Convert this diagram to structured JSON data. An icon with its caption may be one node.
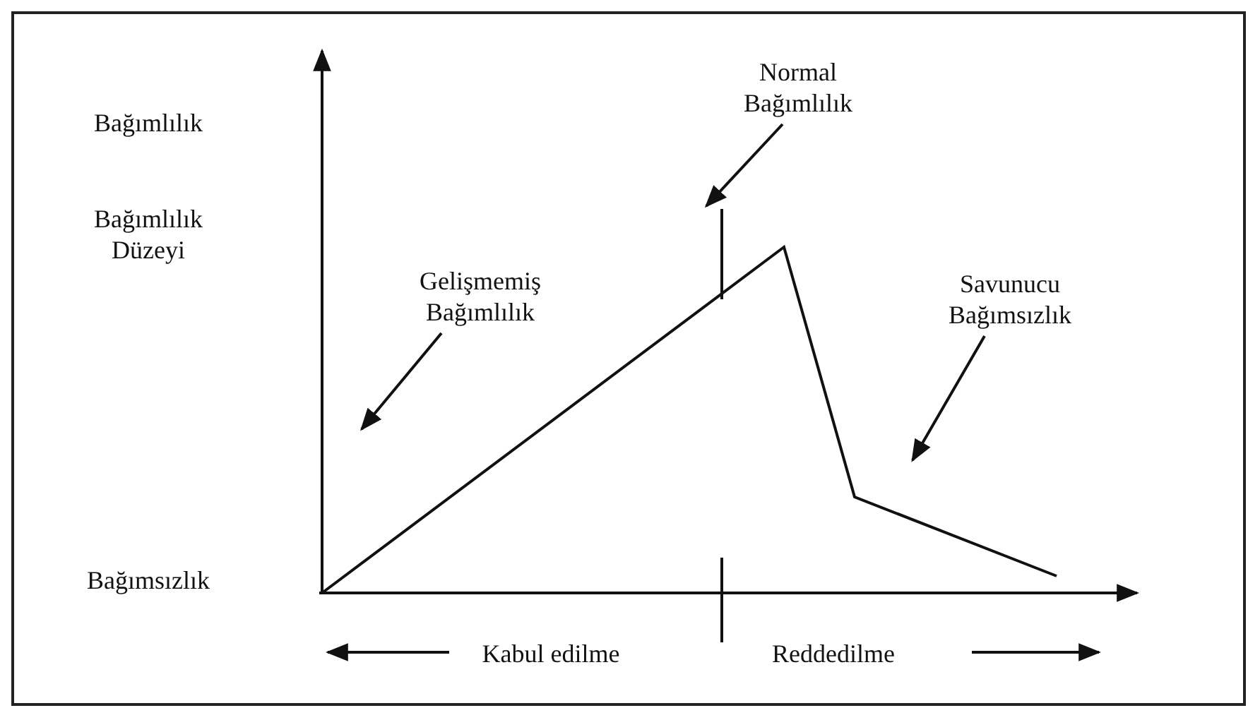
{
  "diagram": {
    "nodes": [
      {
        "text": [
          "Normal Bağımlılık"
        ]
      },
      {
        "text": [
          "Gelişmemiş Bağımlılık"
        ]
      },
      {
        "text": [
          "Savunucu Bağımsızlık"
        ]
      }
    ],
    "edges": [
      {
        "from": 0,
        "to": null,
        "arrow": "to"
      },
      {
        "from": 1,
        "to": null,
        "arrow": "to"
      },
      {
        "from": 2,
        "to": null,
        "arrow": "to"
      }
    ],
    "labels": [
      "Bağımlılık",
      "Bağımlılık Düzeyi",
      "Bağımsızlık",
      "Kabul edilme",
      "Reddedilme"
    ]
  }
}
